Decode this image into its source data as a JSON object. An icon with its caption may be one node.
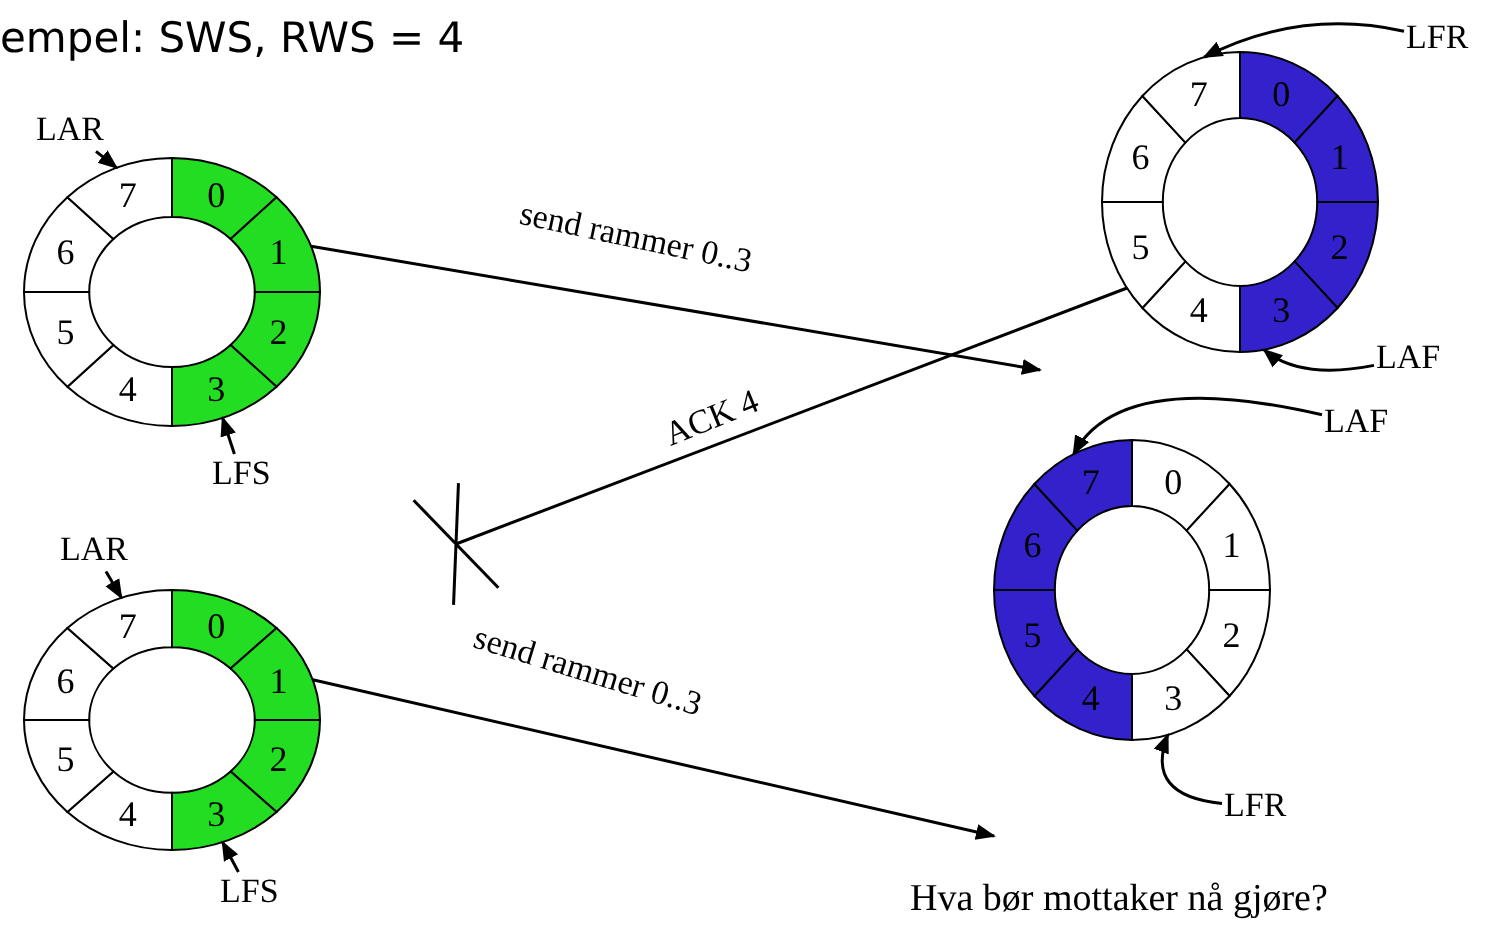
{
  "diagram": {
    "title": "empel: SWS, RWS = 4",
    "nodes": [
      {
        "text": [
          "0",
          "1",
          "2",
          "3",
          "4",
          "5",
          "6",
          "7"
        ]
      },
      {
        "text": [
          "0",
          "1",
          "2",
          "3",
          "4",
          "5",
          "6",
          "7"
        ]
      },
      {
        "text": [
          "0",
          "1",
          "2",
          "3",
          "4",
          "5",
          "6",
          "7"
        ]
      },
      {
        "text": [
          "0",
          "1",
          "2",
          "3",
          "4",
          "5",
          "6",
          "7"
        ]
      },
      {
        "text": [
          "LAR"
        ]
      },
      {
        "text": [
          "LFS"
        ]
      },
      {
        "text": [
          "LFR"
        ]
      },
      {
        "text": [
          "LAF"
        ]
      },
      {
        "text": [
          "LAF"
        ]
      },
      {
        "text": [
          "LFR"
        ]
      },
      {
        "text": [
          "LAR"
        ]
      },
      {
        "text": [
          "LFS"
        ]
      }
    ],
    "edges": [
      {
        "from": 0,
        "to": null,
        "arrow": "to",
        "label": "send rammer 0..3"
      },
      {
        "from": 1,
        "to": null,
        "arrow": "other",
        "label": "ACK 4"
      },
      {
        "from": 3,
        "to": null,
        "arrow": "to",
        "label": "send rammer 0..3"
      },
      {
        "from": 4,
        "to": 0,
        "arrow": "to"
      },
      {
        "from": 5,
        "to": 0,
        "arrow": "to"
      },
      {
        "from": 6,
        "to": 1,
        "arrow": "to"
      },
      {
        "from": 7,
        "to": 1,
        "arrow": "to"
      },
      {
        "from": 8,
        "to": 2,
        "arrow": "to"
      },
      {
        "from": 9,
        "to": 2,
        "arrow": "to"
      },
      {
        "from": 10,
        "to": 3,
        "arrow": "to"
      },
      {
        "from": 11,
        "to": 3,
        "arrow": "to"
      }
    ],
    "labels": [
      "Hva bør mottaker nå gjøre?"
    ]
  }
}
